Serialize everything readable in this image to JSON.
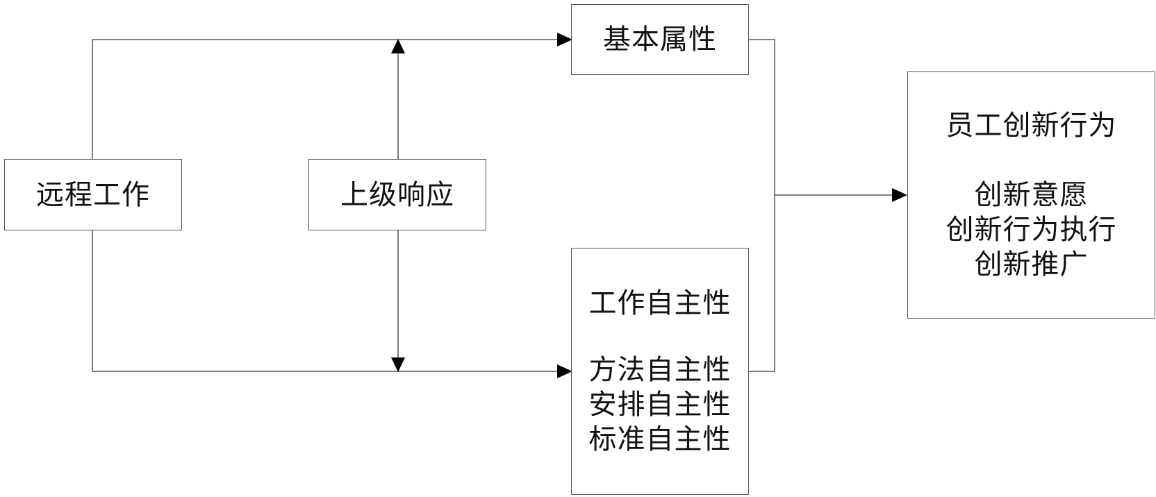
{
  "nodes": {
    "remote_work": {
      "label": "远程工作"
    },
    "supervisor_response": {
      "label": "上级响应"
    },
    "basic_attributes": {
      "label": "基本属性"
    },
    "work_autonomy": {
      "title": "工作自主性",
      "items": [
        "方法自主性",
        "安排自主性",
        "标准自主性"
      ]
    },
    "innovation_behavior": {
      "title": "员工创新行为",
      "items": [
        "创新意愿",
        "创新行为执行",
        "创新推广"
      ]
    }
  },
  "colors": {
    "line": "#555555",
    "arrow": "#000000",
    "text": "#111111"
  }
}
